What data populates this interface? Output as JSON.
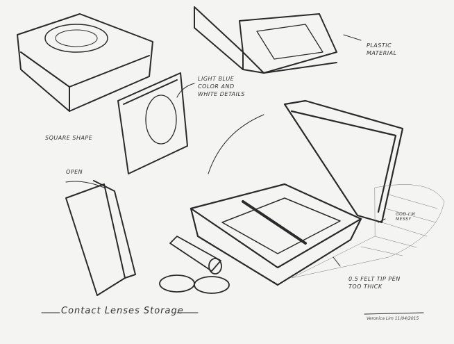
{
  "annotations": {
    "plastic_material": "Plastic material",
    "light_blue": "Light blue color and white details",
    "square_shape": "Square shape",
    "open": "Open",
    "god_im_messy": "God I'm messy",
    "felt_tip": "0.5 felt tip pen too thick"
  },
  "title": "Contact Lenses Storage",
  "signature": {
    "name": "Veronica Lim",
    "date": "11/04/2015"
  },
  "colors": {
    "paper": "#f4f4f2",
    "ink": "#2a2a2a"
  }
}
